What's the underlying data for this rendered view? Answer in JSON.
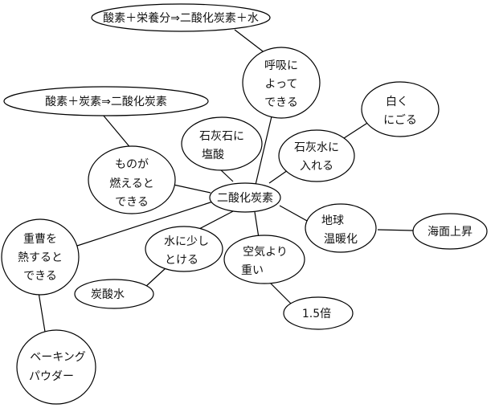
{
  "nodes": {
    "center": {
      "lines": [
        "二酸化炭素"
      ]
    },
    "respiration": {
      "lines": [
        "呼吸に",
        "よって",
        "できる"
      ]
    },
    "resp_eq": {
      "lines": [
        "酸素＋栄養分⇒二酸化炭素＋水"
      ]
    },
    "burn": {
      "lines": [
        "ものが",
        "燃えると",
        "できる"
      ]
    },
    "burn_eq": {
      "lines": [
        "酸素＋炭素⇒二酸化炭素"
      ]
    },
    "limestone": {
      "lines": [
        "石灰石に",
        "塩酸"
      ]
    },
    "limewater": {
      "lines": [
        "石灰水に",
        "入れる"
      ]
    },
    "cloudy": {
      "lines": [
        "白く",
        "にごる"
      ]
    },
    "warming": {
      "lines": [
        "地球",
        "温暖化"
      ]
    },
    "sealevel": {
      "lines": [
        "海面上昇"
      ]
    },
    "heavier": {
      "lines": [
        "空気より",
        "重い"
      ]
    },
    "ratio": {
      "lines": [
        "1.5倍"
      ]
    },
    "dissolve": {
      "lines": [
        "水に少し",
        "とける"
      ]
    },
    "soda": {
      "lines": [
        "炭酸水"
      ]
    },
    "baking_soda": {
      "lines": [
        "重曹を",
        "熱すると",
        "できる"
      ]
    },
    "powder": {
      "lines": [
        "ベーキング",
        "パウダー"
      ]
    }
  }
}
